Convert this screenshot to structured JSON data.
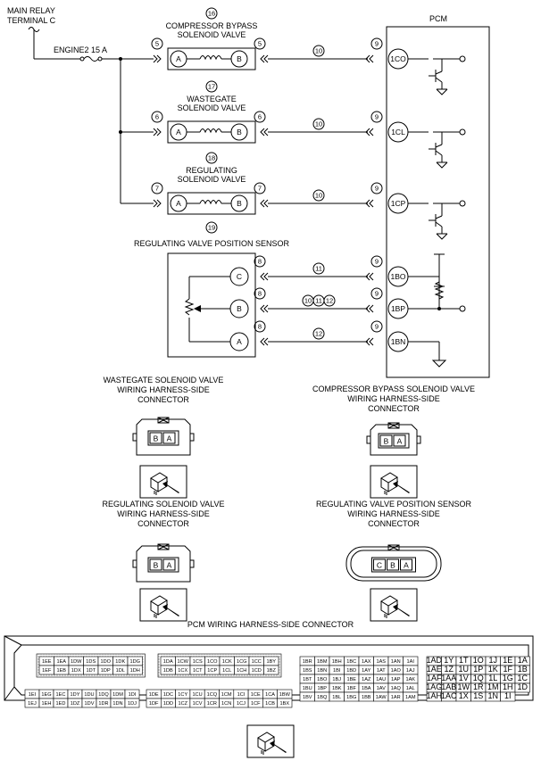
{
  "title_main_relay": [
    "MAIN RELAY",
    "TERMINAL C"
  ],
  "fuse_label": "ENGINE2 15 A",
  "pcm_label": "PCM",
  "components": [
    {
      "num": "16",
      "name": [
        "COMPRESSOR BYPASS",
        "SOLENOID VALVE"
      ],
      "conn": "5",
      "pcm_pin": "1CO",
      "wire": "10"
    },
    {
      "num": "17",
      "name": [
        "WASTEGATE",
        "SOLENOID VALVE"
      ],
      "conn": "6",
      "pcm_pin": "1CL",
      "wire": "10"
    },
    {
      "num": "18",
      "name": [
        "REGULATING",
        "SOLENOID VALVE"
      ],
      "conn": "7",
      "pcm_pin": "1CP",
      "wire": "10"
    }
  ],
  "pcm_conn_num": "9",
  "sensor": {
    "num": "19",
    "name": "REGULATING VALVE POSITION SENSOR",
    "conn": "8",
    "pins": [
      {
        "term": "C",
        "pcm_pin": "1BO",
        "wires": [
          "11"
        ]
      },
      {
        "term": "B",
        "pcm_pin": "1BP",
        "wires": [
          "10",
          "11",
          "12"
        ]
      },
      {
        "term": "A",
        "pcm_pin": "1BN",
        "wires": [
          "12"
        ]
      }
    ]
  },
  "terminals": {
    "A": "A",
    "B": "B",
    "C": "C"
  },
  "connector_views": [
    {
      "title": [
        "WASTEGATE SOLENOID VALVE",
        "WIRING HARNESS-SIDE",
        "CONNECTOR"
      ],
      "pins": [
        "B",
        "A"
      ]
    },
    {
      "title": [
        "COMPRESSOR BYPASS SOLENOID VALVE",
        "WIRING HARNESS-SIDE",
        "CONNECTOR"
      ],
      "pins": [
        "B",
        "A"
      ]
    },
    {
      "title": [
        "REGULATING SOLENOID VALVE",
        "WIRING HARNESS-SIDE",
        "CONNECTOR"
      ],
      "pins": [
        "B",
        "A"
      ]
    },
    {
      "title": [
        "REGULATING VALVE POSITION SENSOR",
        "WIRING HARNESS-SIDE",
        "CONNECTOR"
      ],
      "pins": [
        "C",
        "B",
        "A"
      ]
    }
  ],
  "pcm_connector_title": "PCM WIRING HARNESS-SIDE CONNECTOR",
  "pcm_blocks": {
    "b1_top": [
      [
        "1EE",
        "1EA",
        "1DW",
        "1DS",
        "1DO",
        "1DK",
        "1DG"
      ],
      [
        "1EF",
        "1EB",
        "1DX",
        "1DT",
        "1DP",
        "1DL",
        "1DH"
      ]
    ],
    "b1_bot": [
      [
        "1EI",
        "1EG",
        "1EC",
        "1DY",
        "1DU",
        "1DQ",
        "1DM",
        "1DI"
      ],
      [
        "1EJ",
        "1EH",
        "1ED",
        "1DZ",
        "1DV",
        "1DR",
        "1DN",
        "1DJ"
      ]
    ],
    "b2_top": [
      [
        "1DA",
        "1CW",
        "1CS",
        "1CO",
        "1CK",
        "1CG",
        "1CC",
        "1BY"
      ],
      [
        "1DB",
        "1CX",
        "1CT",
        "1CP",
        "1CL",
        "1CH",
        "1CD",
        "1BZ"
      ]
    ],
    "b2_bot": [
      [
        "1DE",
        "1DC",
        "1CY",
        "1CU",
        "1CQ",
        "1CM",
        "1CI",
        "1CE",
        "1CA",
        "1BW"
      ],
      [
        "1DF",
        "1DD",
        "1CZ",
        "1CV",
        "1CR",
        "1CN",
        "1CJ",
        "1CF",
        "1CB",
        "1BX"
      ]
    ],
    "b3": [
      [
        "1BR",
        "1BM",
        "1BH",
        "1BC",
        "1AX",
        "1AS",
        "1AN",
        "1AI"
      ],
      [
        "1BS",
        "1BN",
        "1BI",
        "1BD",
        "1AY",
        "1AT",
        "1AO",
        "1AJ"
      ],
      [
        "1BT",
        "1BO",
        "1BJ",
        "1BE",
        "1AZ",
        "1AU",
        "1AP",
        "1AK"
      ],
      [
        "1BU",
        "1BP",
        "1BK",
        "1BF",
        "1BA",
        "1AV",
        "1AQ",
        "1AL"
      ],
      [
        "1BV",
        "1BQ",
        "1BL",
        "1BG",
        "1BB",
        "1AW",
        "1AR",
        "1AM"
      ]
    ],
    "b4": [
      [
        "1AD",
        "1Y",
        "1T",
        "1O",
        "1J",
        "1E",
        "1A"
      ],
      [
        "1AE",
        "1Z",
        "1U",
        "1P",
        "1K",
        "1F",
        "1B"
      ],
      [
        "1AF",
        "1AA",
        "1V",
        "1Q",
        "1L",
        "1G",
        "1C"
      ],
      [
        "1AG",
        "1AB",
        "1W",
        "1R",
        "1M",
        "1H",
        "1D"
      ],
      [
        "1AH",
        "1AC",
        "1X",
        "1S",
        "1N",
        "1I",
        ""
      ]
    ]
  }
}
